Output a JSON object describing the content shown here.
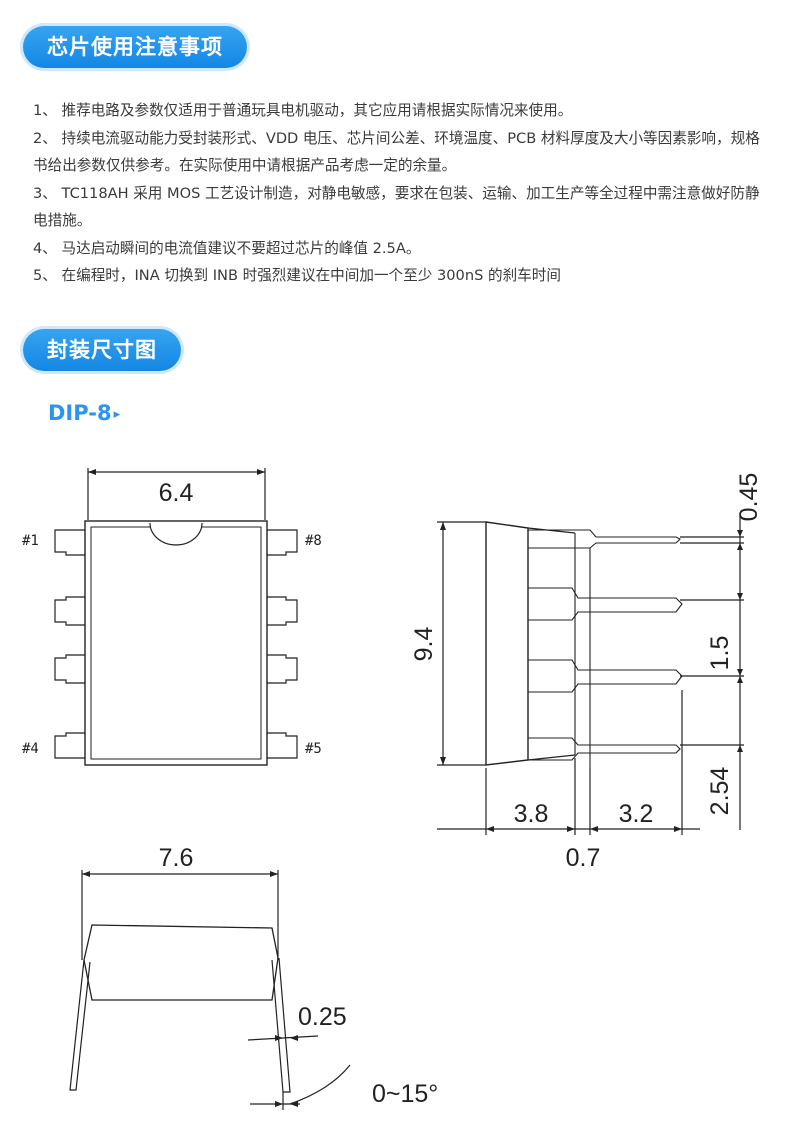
{
  "sections": {
    "notes_title": "芯片使用注意事项",
    "dimension_title": "封装尺寸图"
  },
  "notes": [
    "1、 推荐电路及参数仅适用于普通玩具电机驱动，其它应用请根据实际情况来使用。",
    "2、 持续电流驱动能力受封装形式、VDD 电压、芯片间公差、环境温度、PCB 材料厚度及大小等因素影响，规格书给出参数仅供参考。在实际使用中请根据产品考虑一定的余量。",
    "3、 TC118AH 采用 MOS 工艺设计制造，对静电敏感，要求在包装、运输、加工生产等全过程中需注意做好防静电措施。",
    "4、 马达启动瞬间的电流值建议不要超过芯片的峰值 2.5A。",
    "5、 在编程时，INA 切换到 INB 时强烈建议在中间加一个至少 300nS 的刹车时间"
  ],
  "package": {
    "name": "DIP-8",
    "arrow": "▸",
    "pins": {
      "p1": "#1",
      "p8": "#8",
      "p4": "#4",
      "p5": "#5"
    },
    "dims": {
      "body_width": "6.4",
      "body_length": "9.4",
      "pin_width": "0.45",
      "pin_shoulder": "1.5",
      "pitch": "2.54",
      "body_height": "3.8",
      "lead_length": "3.2",
      "standoff": "0.7",
      "row_spacing": "7.6",
      "lead_thickness": "0.25",
      "lead_angle": "0~15°"
    }
  },
  "colors": {
    "accent": "#1a8de8",
    "label_blue": "#2a95ea",
    "text": "#3a3a3a"
  }
}
